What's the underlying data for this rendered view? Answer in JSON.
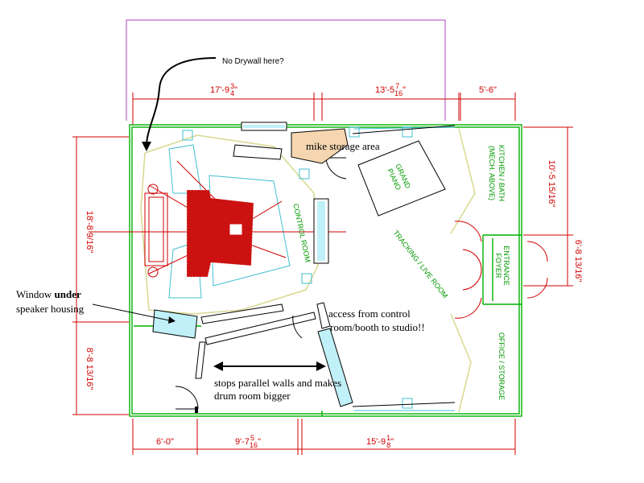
{
  "notes": {
    "no_drywall": "No Drywall here?",
    "mike_storage": "mike storage area",
    "window_line1_pre": "Window ",
    "window_line1_bold": "under",
    "window_line2": "speaker housing",
    "access_line1": "access from control",
    "access_line2": "room/booth to studio!!",
    "stops_line1": "stops parallel walls and makes",
    "stops_line2": "drum room bigger"
  },
  "dimensions": {
    "top_1_main": "17'-9",
    "top_1_num": "3",
    "top_1_den": "4",
    "top_1_unit": "\"",
    "top_2_main": "13'-5",
    "top_2_num": "7",
    "top_2_den": "16",
    "top_2_unit": "\"",
    "top_3": "5'-6\"",
    "bottom_1": "6'-0\"",
    "bottom_2_main": "9'-7",
    "bottom_2_num": "5",
    "bottom_2_den": "16",
    "bottom_2_unit": "\"",
    "bottom_3_main": "15'-9",
    "bottom_3_num": "1",
    "bottom_3_den": "8",
    "bottom_3_unit": "\"",
    "left_1": "18'-8 9/16\"",
    "left_2": "8'-8 13/16\"",
    "right_1": "10'-5 15/16\"",
    "right_2": "6'-8 13/16\""
  },
  "room_labels": {
    "control_room": "CONTROL ROOM",
    "tracking": "TRACKING / LIVE ROOM",
    "grand_piano_1": "GRAND",
    "grand_piano_2": "PIANO",
    "kitchen_1": "KITCHEN / BATH",
    "kitchen_2": "(MECH. ABOVE)",
    "entrance_1": "ENTRANCE",
    "entrance_2": "FOYER",
    "office": "OFFICE / STORAGE"
  },
  "colors": {
    "dimension": "#d00000",
    "walls": "#00b000",
    "acoustic": "#40c0d0",
    "mike_storage_fill": "#f5d6b0"
  }
}
